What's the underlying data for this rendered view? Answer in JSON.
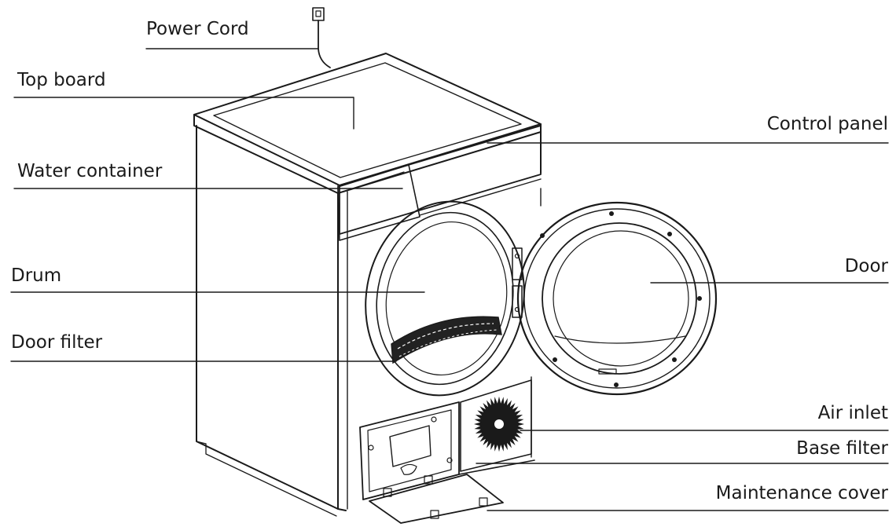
{
  "labels": {
    "power_cord": "Power Cord",
    "top_board": "Top board",
    "water_container": "Water container",
    "drum": "Drum",
    "door_filter": "Door filter",
    "control_panel": "Control panel",
    "door": "Door",
    "air_inlet": "Air inlet",
    "base_filter": "Base filter",
    "maintenance_cover": "Maintenance cover"
  },
  "colors": {
    "line": "#1a1a1a",
    "background": "#ffffff"
  }
}
